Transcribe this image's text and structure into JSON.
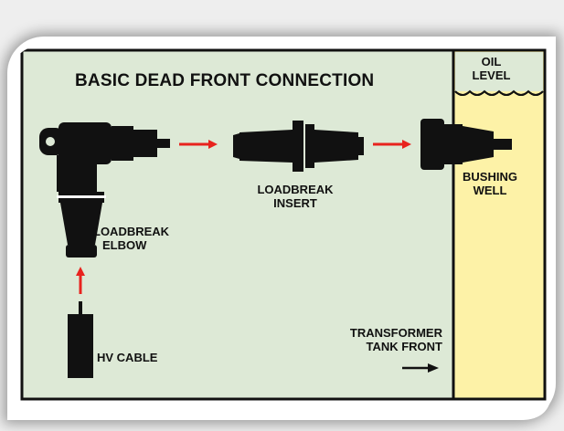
{
  "diagram": {
    "title": "BASIC DEAD FRONT CONNECTION",
    "labels": {
      "loadbreak_insert": [
        "LOADBREAK",
        "INSERT"
      ],
      "loadbreak_elbow": [
        "LOADBREAK",
        "ELBOW"
      ],
      "bushing_well": [
        "BUSHING",
        "WELL"
      ],
      "oil_level": [
        "OIL",
        "LEVEL"
      ],
      "hv_cable": "HV CABLE",
      "transformer_tank_front": [
        "TRANSFORMER",
        "TANK FRONT"
      ]
    }
  },
  "colors": {
    "panel_green": "#dde9d6",
    "oil_yellow": "#fdf2a7",
    "arrow_red": "#e8231e",
    "component_black": "#111111",
    "border_black": "#111111"
  }
}
